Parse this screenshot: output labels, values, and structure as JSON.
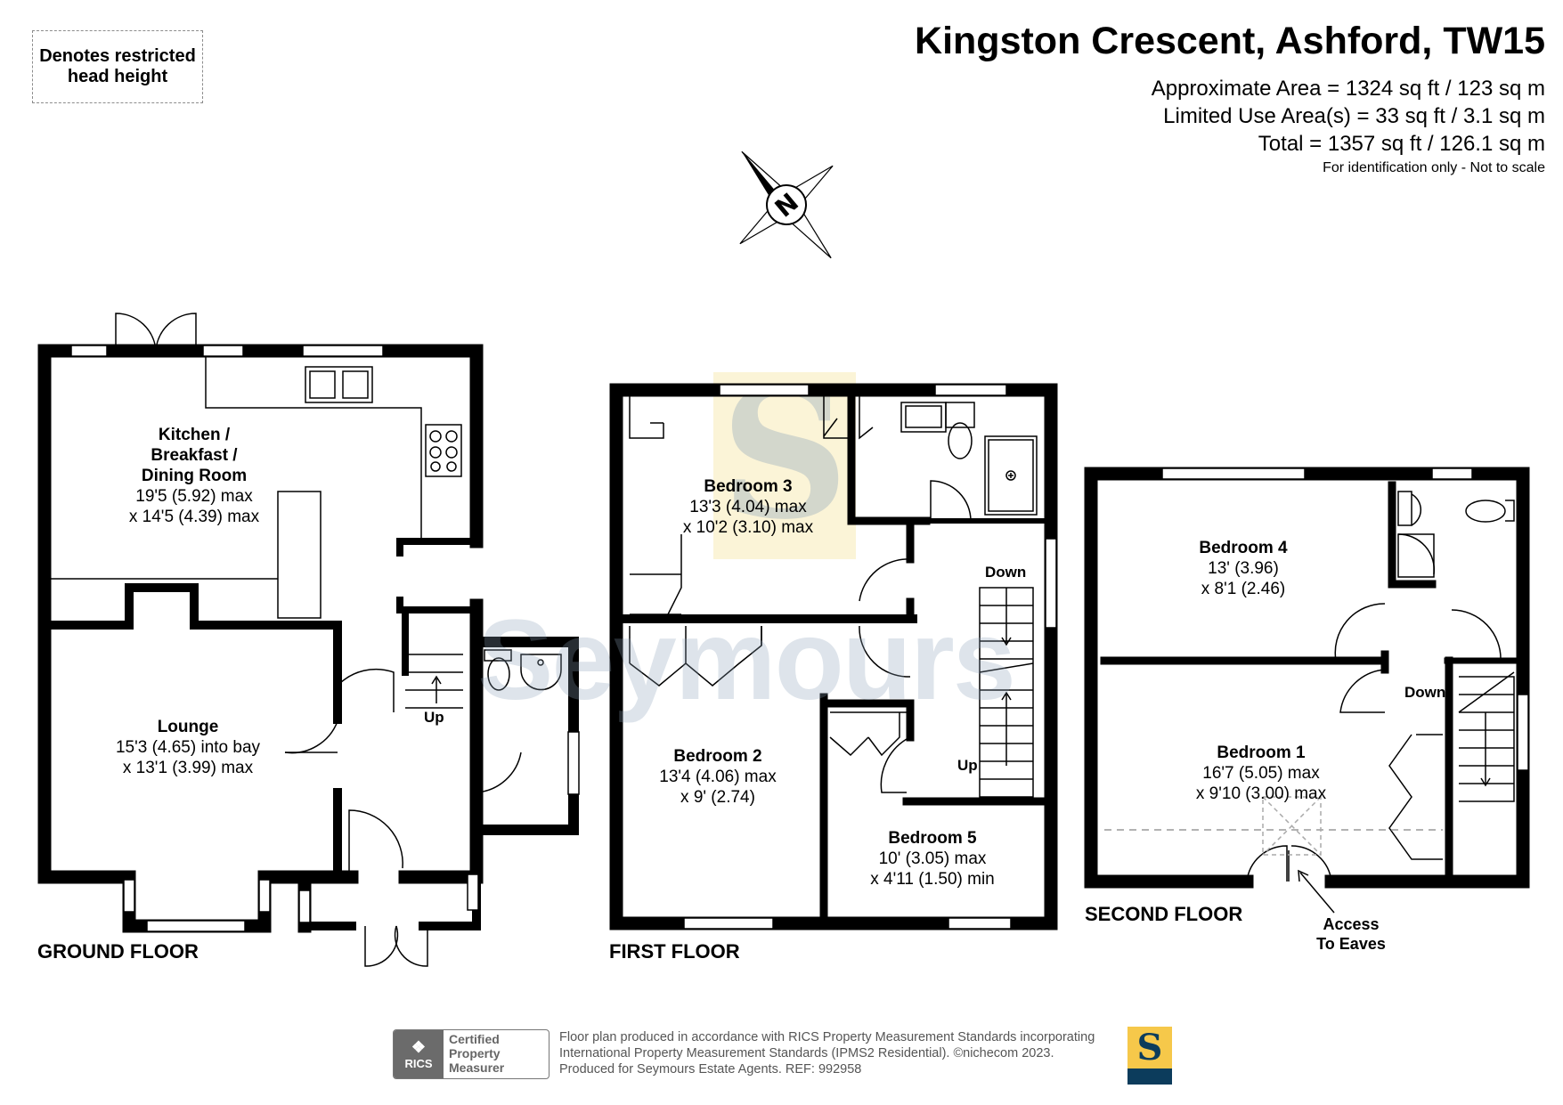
{
  "legend": {
    "line1": "Denotes restricted",
    "line2": "head height"
  },
  "header": {
    "title": "Kingston Crescent, Ashford, TW15",
    "approx_area": "Approximate Area = 1324 sq ft / 123 sq m",
    "limited_area": "Limited Use Area(s) = 33 sq ft / 3.1 sq m",
    "total_area": "Total = 1357 sq ft / 126.1 sq m",
    "note": "For identification only - Not to scale"
  },
  "compass": {
    "letter": "N"
  },
  "watermark": "Seymours",
  "ground_floor": {
    "label": "GROUND FLOOR",
    "stairs_label": "Up",
    "rooms": [
      {
        "name_lines": [
          "Kitchen /",
          "Breakfast /",
          "Dining Room"
        ],
        "dims": [
          "19'5 (5.92) max",
          "x 14'5 (4.39) max"
        ]
      },
      {
        "name_lines": [
          "Lounge"
        ],
        "dims": [
          "15'3 (4.65) into bay",
          "x 13'1 (3.99) max"
        ]
      }
    ]
  },
  "first_floor": {
    "label": "FIRST FLOOR",
    "stairs_down": "Down",
    "stairs_up": "Up",
    "rooms": [
      {
        "name_lines": [
          "Bedroom 3"
        ],
        "dims": [
          "13'3 (4.04) max",
          "x 10'2 (3.10) max"
        ]
      },
      {
        "name_lines": [
          "Bedroom 2"
        ],
        "dims": [
          "13'4 (4.06) max",
          "x 9' (2.74)"
        ]
      },
      {
        "name_lines": [
          "Bedroom 5"
        ],
        "dims": [
          "10' (3.05) max",
          "x 4'11 (1.50) min"
        ]
      }
    ]
  },
  "second_floor": {
    "label": "SECOND FLOOR",
    "stairs_down": "Down",
    "eaves_line1": "Access",
    "eaves_line2": "To Eaves",
    "rooms": [
      {
        "name_lines": [
          "Bedroom 4"
        ],
        "dims": [
          "13' (3.96)",
          "x 8'1 (2.46)"
        ]
      },
      {
        "name_lines": [
          "Bedroom 1"
        ],
        "dims": [
          "16'7 (5.05) max",
          "x 9'10 (3.00) max"
        ]
      }
    ]
  },
  "footer": {
    "rics_logo": "RICS",
    "rics_line1": "Certified",
    "rics_line2": "Property",
    "rics_line3": "Measurer",
    "line1": "Floor plan produced in accordance with RICS Property Measurement Standards incorporating",
    "line2": "International Property Measurement Standards (IPMS2 Residential).  ©nichecom 2023.",
    "line3": "Produced for Seymours Estate Agents.   REF:  992958",
    "logo_letter": "S"
  },
  "colors": {
    "wall": "#000000",
    "accent_yellow": "#f6c84a",
    "accent_navy": "#0c3c5c",
    "watermark": "#8ba2b8"
  }
}
